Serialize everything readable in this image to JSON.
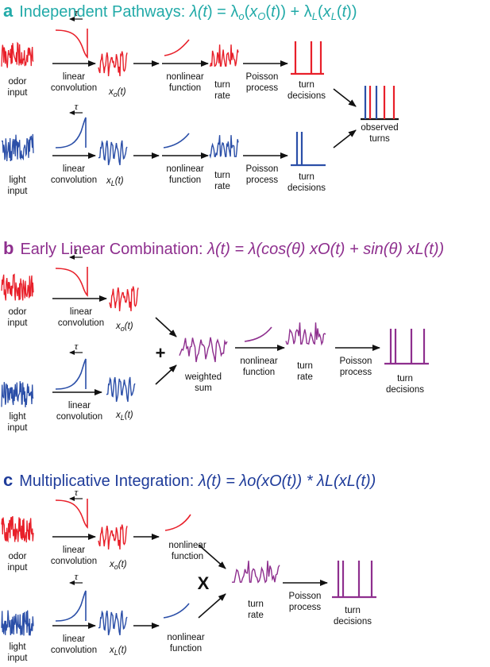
{
  "colors": {
    "odor": "#e8202a",
    "light": "#2b4fa8",
    "combined": "#8e2f8e",
    "title_a": "#22aaa8",
    "title_b": "#8e2f8e",
    "title_c": "#1f3c9a",
    "arrow": "#111111"
  },
  "panel_a": {
    "letter": "a",
    "title": "Independent Pathways: ",
    "equation": {
      "parts": [
        "λ(",
        "t",
        ") = λ",
        "o",
        "(",
        "x",
        "O",
        "(",
        "t",
        ")) + λ",
        "L",
        "(",
        "x",
        "L",
        "(",
        "t",
        "))"
      ]
    },
    "odor_input": [
      "odor",
      "input"
    ],
    "light_input": [
      "light",
      "input"
    ],
    "linear_convolution": [
      "linear",
      "convolution"
    ],
    "x_o": "x",
    "x_o_sub": "o",
    "x_L": "x",
    "x_L_sub": "L",
    "of_t": "(t)",
    "nonlinear_function": [
      "nonlinear",
      "function"
    ],
    "turn_rate": [
      "turn",
      "rate"
    ],
    "poisson_process": [
      "Poisson",
      "process"
    ],
    "turn_decisions": [
      "turn",
      "decisions"
    ],
    "observed_turns": [
      "observed",
      "turns"
    ],
    "tau": "τ"
  },
  "panel_b": {
    "letter": "b",
    "title": "Early Linear Combination: ",
    "equation": "λ(t) = λ(cos(θ) xO(t) + sin(θ) xL(t))",
    "odor_input": [
      "odor",
      "input"
    ],
    "light_input": [
      "light",
      "input"
    ],
    "linear_convolution": [
      "linear",
      "convolution"
    ],
    "plus": "+",
    "weighted_sum": [
      "weighted",
      "sum"
    ],
    "nonlinear_function": [
      "nonlinear",
      "function"
    ],
    "turn_rate": [
      "turn",
      "rate"
    ],
    "poisson_process": [
      "Poisson",
      "process"
    ],
    "turn_decisions": [
      "turn",
      "decisions"
    ],
    "tau": "τ"
  },
  "panel_c": {
    "letter": "c",
    "title": "Multiplicative Integration: ",
    "equation": "λ(t) = λo(xO(t)) * λL(xL(t))",
    "odor_input": [
      "odor",
      "input"
    ],
    "light_input": [
      "light",
      "input"
    ],
    "linear_convolution": [
      "linear",
      "convolution"
    ],
    "nonlinear_function": [
      "nonlinear",
      "function"
    ],
    "times": "X",
    "turn_rate": [
      "turn",
      "rate"
    ],
    "poisson_process": [
      "Poisson",
      "process"
    ],
    "turn_decisions": [
      "turn",
      "decisions"
    ],
    "tau": "τ"
  }
}
